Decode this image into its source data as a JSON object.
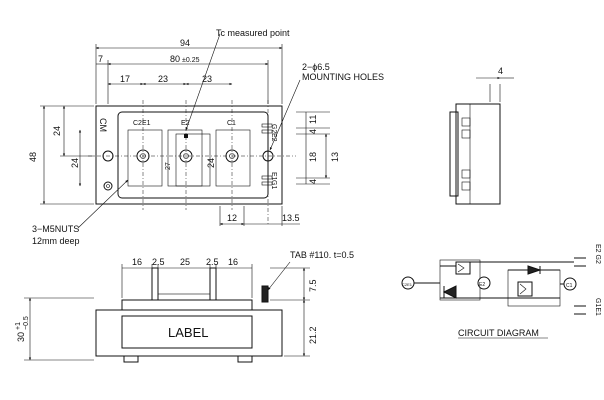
{
  "labels": {
    "tc_point": "Tc measured point",
    "mounting_holes_1": "2−ϕ6.5",
    "mounting_holes_2": "MOUNTING HOLES",
    "nuts_1": "3−M5NUTS",
    "nuts_2": "12mm deep",
    "tab": "TAB  #110. t=0.5",
    "label": "LABEL",
    "circuit_title": "CIRCUIT DIAGRAM",
    "cm": "CM",
    "c2e1": "C2E1",
    "e2": "E2",
    "c1": "C1",
    "g2": "G2",
    "e2_pin": "E2",
    "e1_pin": "E1",
    "g1": "G1",
    "c2e1_node": "C2E1",
    "e2_node": "E2",
    "c1_node": "C1",
    "e2g2": "E2 G2",
    "g1e1": "G1E1"
  },
  "dimensions": {
    "overall_width": "94",
    "inner_width": "80",
    "inner_tol": "±0.25",
    "left_offset": "7",
    "spacing_17": "17",
    "spacing_23a": "23",
    "spacing_23b": "23",
    "mount_width": "12",
    "right_offset": "13.5",
    "height_48": "48",
    "height_24a": "24",
    "height_24b": "24",
    "height_24c": "24",
    "height_27": "27",
    "right_11": "11",
    "right_4a": "4",
    "right_18": "18",
    "right_13": "13",
    "right_4b": "4",
    "side_4": "4",
    "front_16a": "16",
    "front_25a": "2.5",
    "front_25": "25",
    "front_25b": "2.5",
    "front_16b": "16",
    "front_75": "7.5",
    "front_212": "21.2",
    "front_30": "30",
    "front_30_tol_plus": "+1",
    "front_30_tol_minus": "−0.5"
  }
}
